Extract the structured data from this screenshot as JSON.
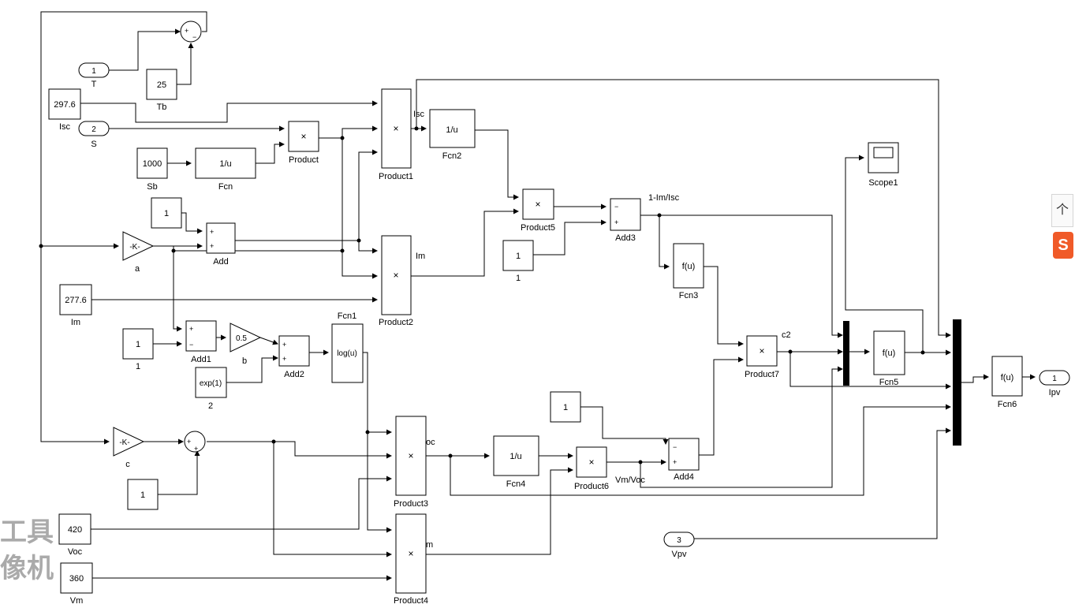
{
  "blocks": {
    "inport_T": {
      "num": "1",
      "label": "T"
    },
    "inport_S": {
      "num": "2",
      "label": "S"
    },
    "inport_Vpv": {
      "num": "3",
      "label": "Vpv"
    },
    "outport_Ipv": {
      "num": "1",
      "label": "Ipv"
    },
    "const_Tb": {
      "value": "25",
      "label": "Tb"
    },
    "const_Isc": {
      "value": "297.6",
      "label": "Isc"
    },
    "const_Sb": {
      "value": "1000",
      "label": "Sb"
    },
    "const_one_a": {
      "value": "1"
    },
    "const_Im": {
      "value": "277.6",
      "label": "Im"
    },
    "const_1": {
      "value": "1",
      "label": "1"
    },
    "const_2": {
      "value": "exp(1)",
      "label": "2"
    },
    "const_one_c": {
      "value": "1"
    },
    "const_Voc": {
      "value": "420",
      "label": "Voc"
    },
    "const_Vm": {
      "value": "360",
      "label": "Vm"
    },
    "const_one_mid": {
      "value": "1",
      "label": "1"
    },
    "const_one_r": {
      "value": "1"
    },
    "gain_a": {
      "value": "-K-",
      "label": "a"
    },
    "gain_c": {
      "value": "-K-",
      "label": "c"
    },
    "gain_b": {
      "value": "0.5",
      "label": "b"
    },
    "fcn": {
      "value": "1/u",
      "label": "Fcn"
    },
    "fcn1": {
      "value": "log(u)",
      "label": "Fcn1"
    },
    "fcn2": {
      "value": "1/u",
      "label": "Fcn2"
    },
    "fcn3": {
      "value": "f(u)",
      "label": "Fcn3"
    },
    "fcn4": {
      "value": "1/u",
      "label": "Fcn4"
    },
    "fcn5": {
      "value": "f(u)",
      "label": "Fcn5"
    },
    "fcn6": {
      "value": "f(u)",
      "label": "Fcn6"
    },
    "product": {
      "value": "×",
      "label": "Product"
    },
    "product1": {
      "value": "×",
      "label": "Product1"
    },
    "product2": {
      "value": "×",
      "label": "Product2"
    },
    "product3": {
      "value": "×",
      "label": "Product3"
    },
    "product4": {
      "value": "×",
      "label": "Product4"
    },
    "product5": {
      "value": "×",
      "label": "Product5"
    },
    "product6": {
      "value": "×",
      "label": "Product6"
    },
    "product7": {
      "value": "×",
      "label": "Product7"
    },
    "add": {
      "label": "Add"
    },
    "add1": {
      "label": "Add1"
    },
    "add2": {
      "label": "Add2"
    },
    "add3": {
      "label": "Add3"
    },
    "add4": {
      "label": "Add4"
    },
    "scope1": {
      "label": "Scope1"
    }
  },
  "signals": {
    "isc": "Isc",
    "im": "Im",
    "oc": "oc",
    "m": "m",
    "ratio_im_isc": "1-Im/Isc",
    "c2": "c2",
    "vm_voc": "Vm/Voc"
  },
  "ui": {
    "up_arrow": "个",
    "ime_badge": "S",
    "watermark_line1": "工具",
    "watermark_line2": "像机"
  },
  "icons": {
    "up": "arrow-up-icon",
    "ime": "sogou-ime-icon"
  }
}
